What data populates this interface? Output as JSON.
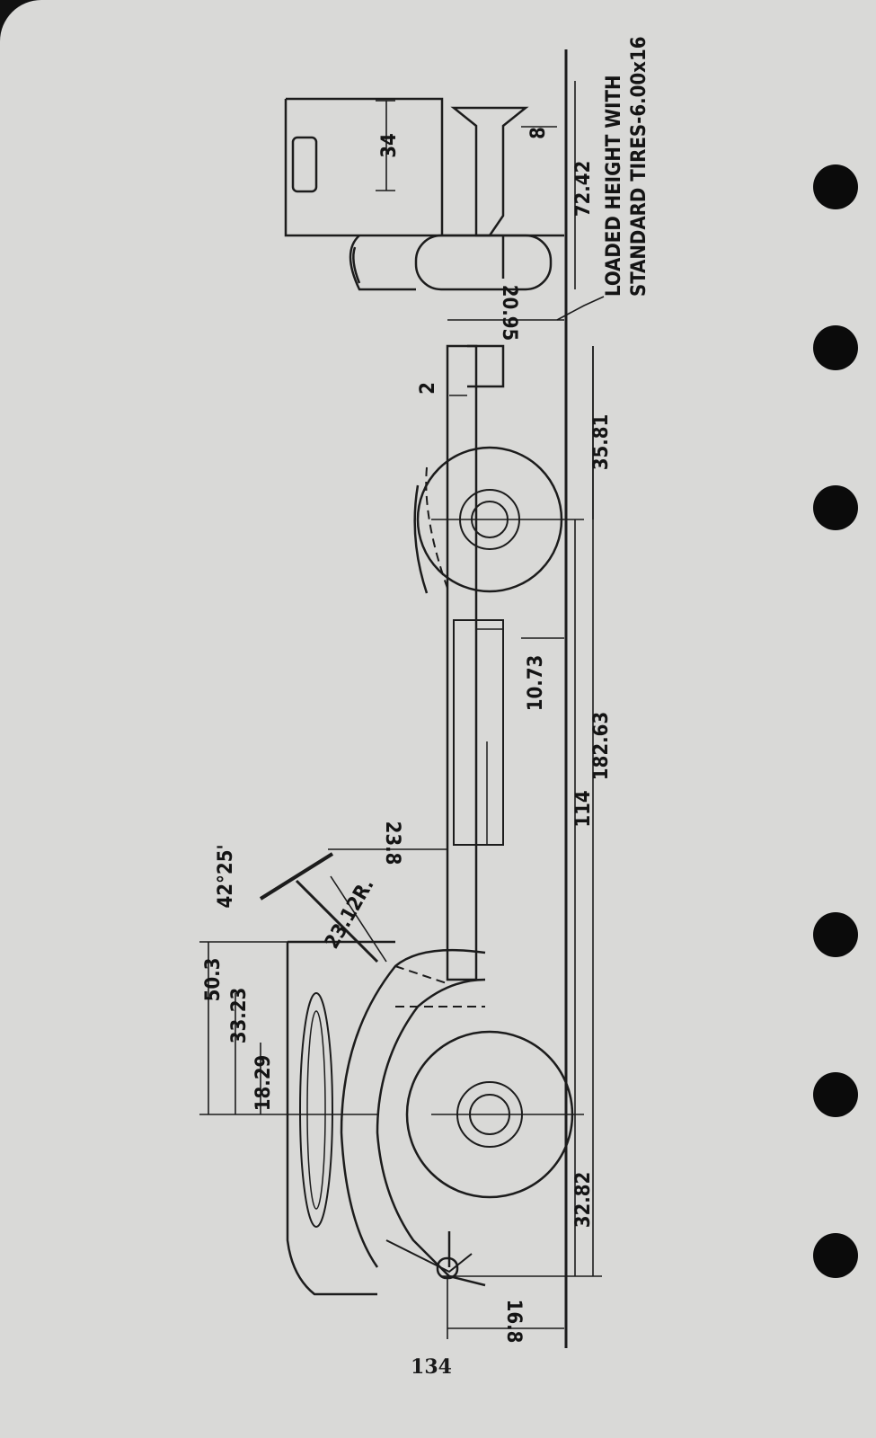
{
  "page_number": "134",
  "note": "LOADED HEIGHT WITH",
  "note2": "STANDARD TIRES-6.00x16",
  "dims": {
    "d34": "34",
    "d8": "8",
    "d7242": "72.42",
    "d2095": "20.95",
    "d2": "2",
    "d3581": "35.81",
    "d1073": "10.73",
    "d18263": "182.63",
    "d114": "114",
    "d238": "23.8",
    "d2312": "23.12R.",
    "d42": "42°25'",
    "d503": "50.3",
    "d3323": "33.23",
    "d1829": "18.29",
    "d3282": "32.82",
    "d168": "16.8"
  }
}
